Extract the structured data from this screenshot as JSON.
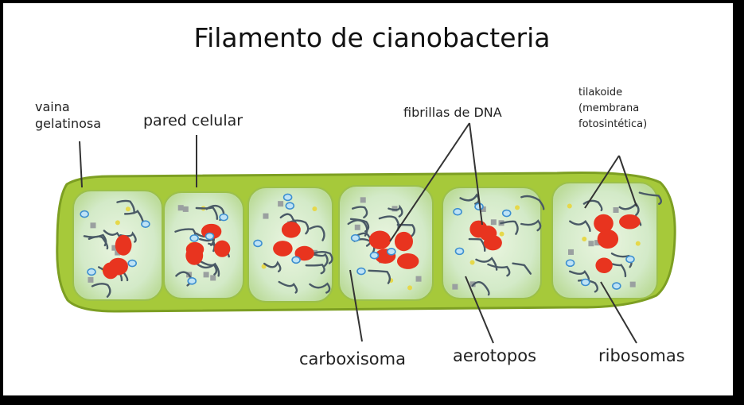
{
  "title": "Filamento de cianobacteria",
  "labels": {
    "vaina": [
      "vaina",
      "gelatinosa"
    ],
    "pared_celular": "pared celular",
    "fibrillas_dna": "fibrillas de DNA",
    "tilakoide": [
      "tilakoide",
      "(membrana",
      "fotosintética)"
    ],
    "carboxisoma": "carboxisoma",
    "aerotopos": "aerotopos",
    "ribosomas": "ribosomas"
  },
  "colors": {
    "sheath": "#a6c93a",
    "sheath_edge": "#7d9f22",
    "cytoplasm": "#d9ecd0",
    "dna_granule": "#e8341f",
    "thylakoid": "#4a5a66",
    "aerotope": "#3d8fd0",
    "ribosome": "#9aa0a0",
    "carboxysome": "#e6d84a"
  }
}
